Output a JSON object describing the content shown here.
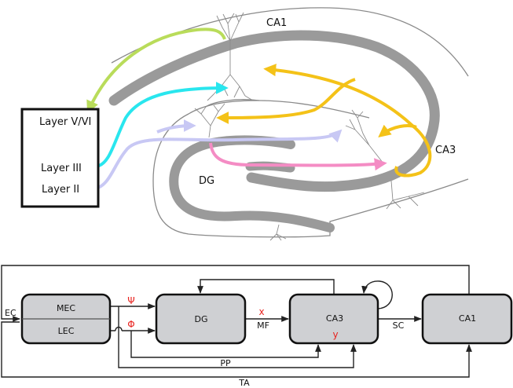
{
  "anatomy": {
    "regions": {
      "ca1": "CA1",
      "ca3": "CA3",
      "dg": "DG"
    },
    "ec_box": {
      "layers": [
        "Layer V/VI",
        "Layer III",
        "Layer II"
      ]
    },
    "pathway_colors": {
      "ca1_to_layer56": "#b9dc5a",
      "layer3_to_ca1": "#29e6ee",
      "layer2_perforant": "#c8c8f4",
      "mossy_fiber": "#f48cc4",
      "ca3_schaffer": "#f4c218"
    }
  },
  "block_diagram": {
    "boxes": {
      "ec_top": "MEC",
      "ec_bottom": "LEC",
      "dg": "DG",
      "ca3": "CA3",
      "ca1": "CA1"
    },
    "labels": {
      "ec": "EC",
      "psi": "Ψ",
      "phi": "Φ",
      "x": "x",
      "mf": "MF",
      "y": "y",
      "sc": "SC",
      "pp": "PP",
      "ta": "TA"
    },
    "colors": {
      "box_fill": "#cfd0d3",
      "variable_red": "#e8231f"
    }
  }
}
